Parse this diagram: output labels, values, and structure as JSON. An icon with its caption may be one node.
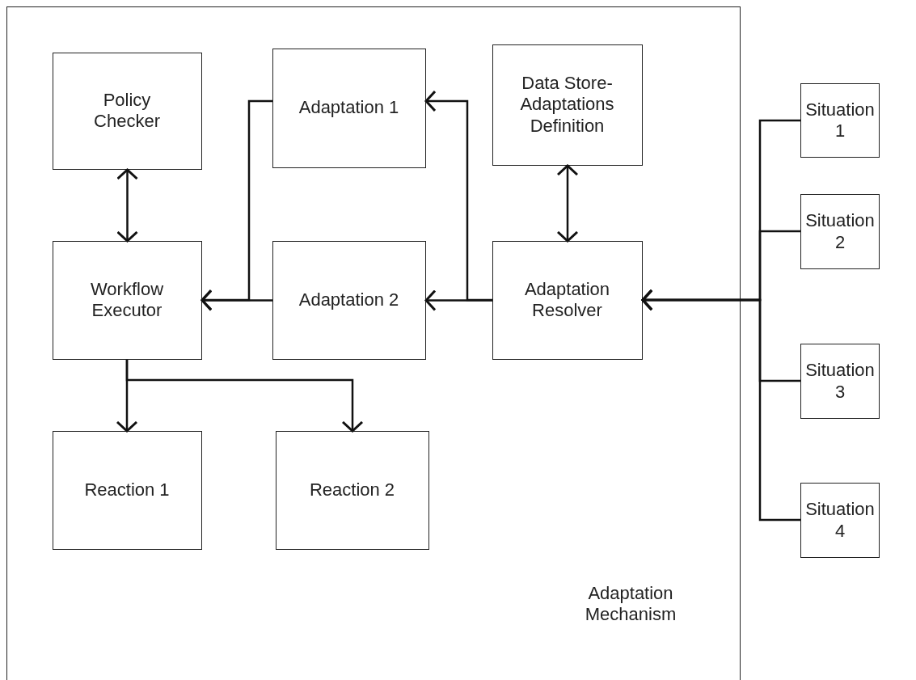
{
  "diagram": {
    "nodes": [
      {
        "text": [
          "Adaptation Mechanism"
        ]
      },
      {
        "text": [
          "Policy Checker"
        ],
        "in": 0
      },
      {
        "text": [
          "Adaptation 1"
        ],
        "in": 0
      },
      {
        "text": [
          "Data Store-Adaptations Definition"
        ],
        "in": 0
      },
      {
        "text": [
          "Workflow Executor"
        ],
        "in": 0
      },
      {
        "text": [
          "Adaptation 2"
        ],
        "in": 0
      },
      {
        "text": [
          "Adaptation Resolver"
        ],
        "in": 0
      },
      {
        "text": [
          "Reaction 1"
        ],
        "in": 0
      },
      {
        "text": [
          "Reaction 2"
        ],
        "in": 0
      },
      {
        "text": [
          "Situation 1"
        ]
      },
      {
        "text": [
          "Situation 2"
        ]
      },
      {
        "text": [
          "Situation 3"
        ]
      },
      {
        "text": [
          "Situation 4"
        ]
      }
    ],
    "edges": [
      {
        "from": 1,
        "to": 4,
        "arrow": "both"
      },
      {
        "from": 3,
        "to": 6,
        "arrow": "both"
      },
      {
        "from": 2,
        "to": 4,
        "arrow": "to"
      },
      {
        "from": 5,
        "to": 4,
        "arrow": "to"
      },
      {
        "from": 6,
        "to": 2,
        "arrow": "to"
      },
      {
        "from": 6,
        "to": 5,
        "arrow": "to"
      },
      {
        "from": 4,
        "to": 7,
        "arrow": "to"
      },
      {
        "from": 4,
        "to": 8,
        "arrow": "to"
      },
      {
        "from": 9,
        "to": 6,
        "arrow": "to"
      },
      {
        "from": 10,
        "to": 6,
        "arrow": "to"
      },
      {
        "from": 11,
        "to": 6,
        "arrow": "to"
      },
      {
        "from": 12,
        "to": 6,
        "arrow": "to"
      }
    ]
  }
}
